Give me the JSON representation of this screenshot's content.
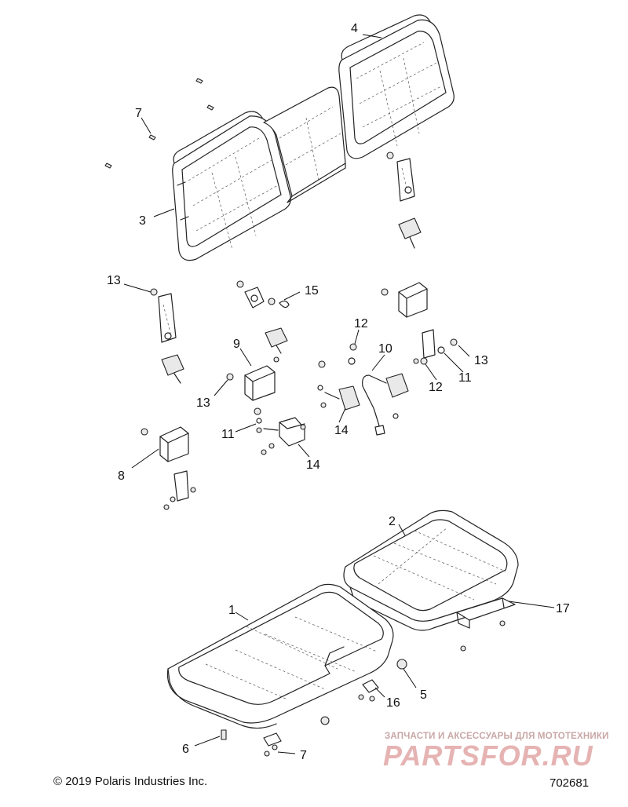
{
  "callouts": [
    {
      "id": "1",
      "label": "1"
    },
    {
      "id": "2",
      "label": "2"
    },
    {
      "id": "3",
      "label": "3"
    },
    {
      "id": "4",
      "label": "4"
    },
    {
      "id": "5",
      "label": "5"
    },
    {
      "id": "6",
      "label": "6"
    },
    {
      "id": "7a",
      "label": "7"
    },
    {
      "id": "7b",
      "label": "7"
    },
    {
      "id": "8",
      "label": "8"
    },
    {
      "id": "9",
      "label": "9"
    },
    {
      "id": "10",
      "label": "10"
    },
    {
      "id": "11a",
      "label": "11"
    },
    {
      "id": "11b",
      "label": "11"
    },
    {
      "id": "12a",
      "label": "12"
    },
    {
      "id": "12b",
      "label": "12"
    },
    {
      "id": "13a",
      "label": "13"
    },
    {
      "id": "13b",
      "label": "13"
    },
    {
      "id": "13c",
      "label": "13"
    },
    {
      "id": "14a",
      "label": "14"
    },
    {
      "id": "14b",
      "label": "14"
    },
    {
      "id": "15",
      "label": "15"
    },
    {
      "id": "16",
      "label": "16"
    },
    {
      "id": "17",
      "label": "17"
    }
  ],
  "footer": {
    "copyright": "© 2019 Polaris Industries Inc.",
    "drawing_number": "702681"
  },
  "watermark": {
    "tagline": "ЗАПЧАСТИ И АКСЕССУАРЫ ДЛЯ МОТОТЕХНИКИ",
    "logo_text": "PARTSFOR.RU"
  }
}
